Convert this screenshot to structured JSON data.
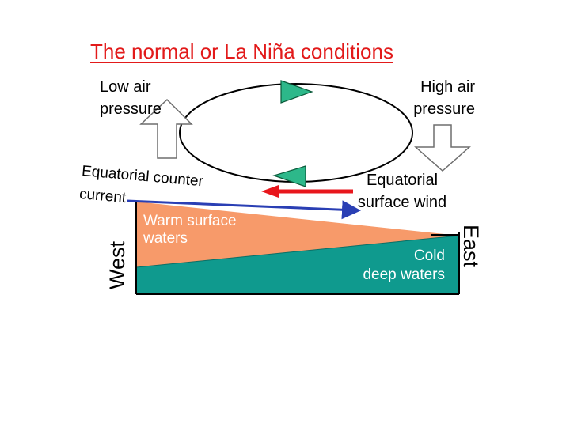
{
  "title": "The normal or La Niña conditions",
  "labels": {
    "low_pressure": [
      "Low air",
      "pressure"
    ],
    "high_pressure": [
      "High air",
      "pressure"
    ],
    "counter_current_line1": "Equatorial counter",
    "counter_current_line2": "current",
    "surface_wind": [
      "Equatorial",
      "surface wind"
    ],
    "warm_waters": [
      "Warm surface",
      "waters"
    ],
    "cold_waters": [
      "Cold",
      "deep waters"
    ],
    "west": "West",
    "east": "East"
  },
  "colors": {
    "title": "#e21a1a",
    "warm_water": "#f79a6a",
    "cold_water": "#0f9a8e",
    "arrowhead": "#2db88a",
    "wind_arrow": "#e8161c",
    "current_arrow": "#2a3fb4"
  },
  "icons": {
    "low_pressure_arrow": "hollow-up-arrow",
    "high_pressure_arrow": "hollow-down-arrow",
    "circulation": "walker-circulation-loop",
    "wind_arrow": "red-left-arrow",
    "current_arrow": "blue-right-arrow"
  }
}
